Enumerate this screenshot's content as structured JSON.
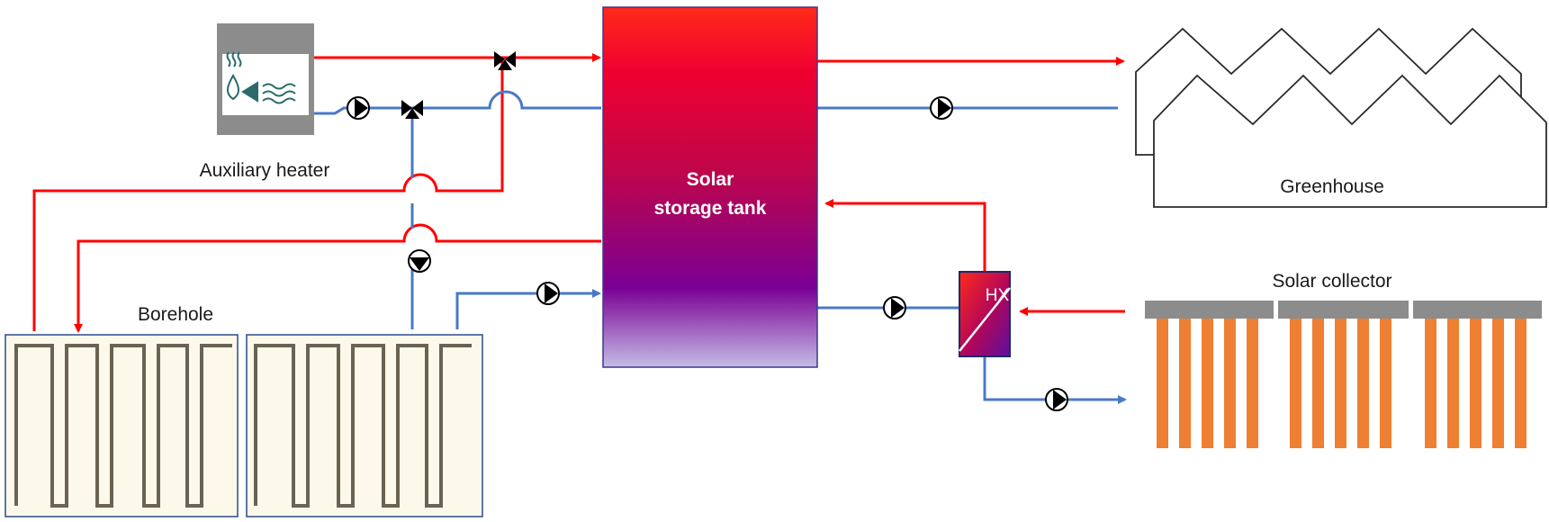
{
  "labels": {
    "auxiliary_heater": "Auxiliary heater",
    "solar_storage_tank_line1": "Solar",
    "solar_storage_tank_line2": "storage  tank",
    "greenhouse": "Greenhouse",
    "solar_collector": "Solar  collector",
    "borehole": "Borehole",
    "heat_exchanger": "HX"
  },
  "colors": {
    "hot_line": "#ff0000",
    "cold_line": "#4a78c8",
    "tank_top": "#ff2a1a",
    "tank_middle": "#d0063c",
    "tank_lower": "#7a0094",
    "tank_bottom": "#c4bde6",
    "collector": "#ee7f33",
    "collector_header": "#8c8c8c",
    "heater_box": "#8c8c8c",
    "borehole_fill": "#fdf9ea",
    "borehole_border": "#2b4a8c"
  },
  "icons": {
    "pump": "pump-icon",
    "three_way_valve": "three-way-valve-icon",
    "heater_symbol": "heater-droplet-waves-icon",
    "line_crossover": "pipe-crossover-icon",
    "flow_arrow": "flow-arrow-icon"
  }
}
